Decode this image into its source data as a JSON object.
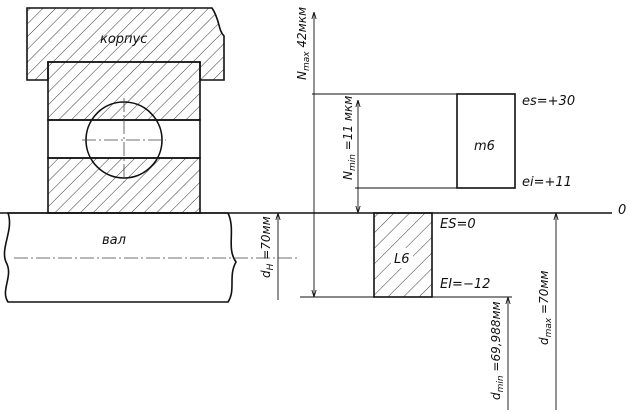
{
  "labels": {
    "housing": "корпус",
    "shaft": "вал",
    "hole_field": "L6",
    "shaft_field": "m6",
    "zero": "0",
    "es_upper": "es=+30",
    "ei_lower": "ei=+11",
    "ES_upper": "ES=0",
    "EI_lower": "EI=−12",
    "n_max": "N",
    "n_max_sub": "max",
    "n_max_val": " 42мкм",
    "n_min": "N",
    "n_min_sub": "min",
    "n_min_val": " =11 мкм",
    "d_h": "d",
    "d_h_sub": "H",
    "d_h_val": " =70мм",
    "d_min": "d",
    "d_min_sub": "min",
    "d_min_val": " =69,988мм",
    "d_max": "d",
    "d_max_sub": "max",
    "d_max_val": " =70мм"
  }
}
